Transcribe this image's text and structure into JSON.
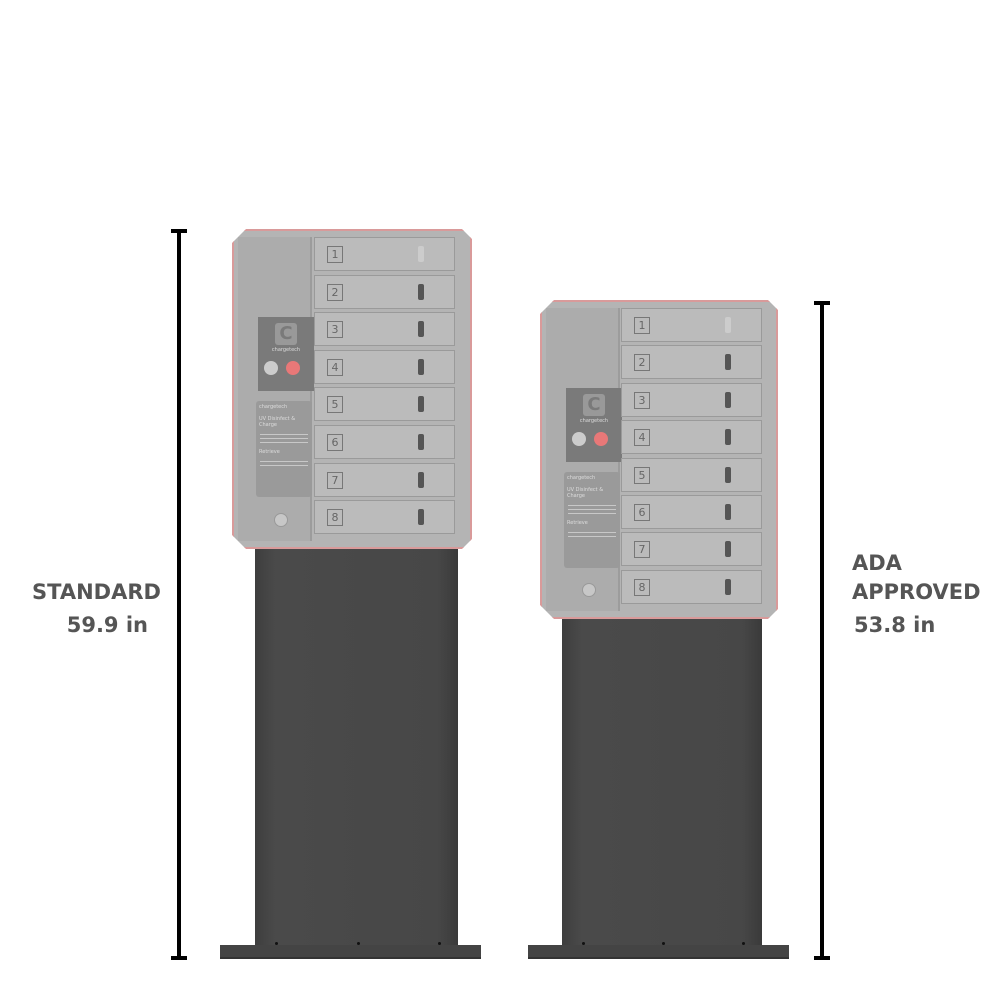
{
  "units": [
    {
      "id": "standard",
      "label_line1": "STANDARD",
      "label_line2": "",
      "height": "59.9 in",
      "brand": "chargetech",
      "card_title": "UV Disinfect & Charge",
      "card_section": "Retrieve",
      "lockers": [
        "1",
        "2",
        "3",
        "4",
        "5",
        "6",
        "7",
        "8"
      ]
    },
    {
      "id": "ada",
      "label_line1": "ADA",
      "label_line2": "APPROVED",
      "height": "53.8 in",
      "brand": "chargetech",
      "card_title": "UV Disinfect & Charge",
      "card_section": "Retrieve",
      "lockers": [
        "1",
        "2",
        "3",
        "4",
        "5",
        "6",
        "7",
        "8"
      ]
    }
  ],
  "colors": {
    "body": "#b4b4b4",
    "pedestal": "#474747",
    "accent_button": "#e87878",
    "outline": "#d99a9a"
  }
}
